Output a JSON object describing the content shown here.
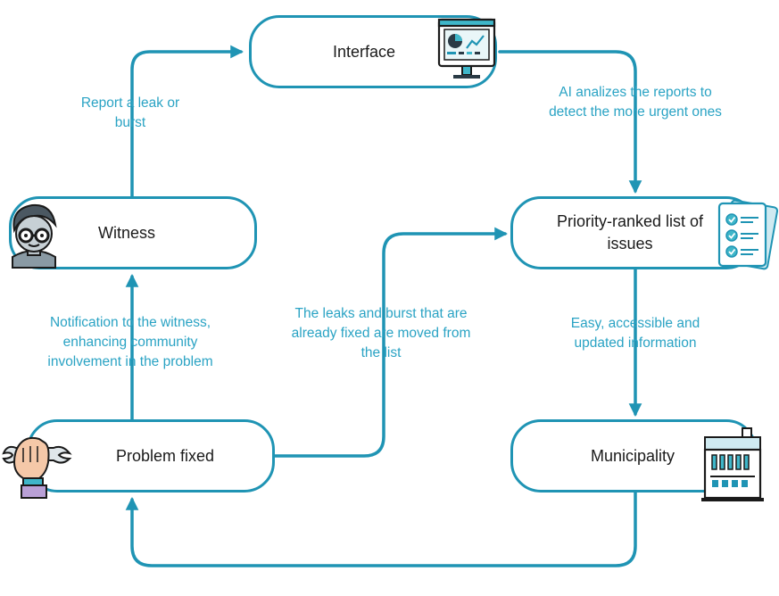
{
  "nodes": {
    "interface": "Interface",
    "witness": "Witness",
    "priority_list": "Priority-ranked list of issues",
    "municipality": "Municipality",
    "problem_fixed": "Problem fixed"
  },
  "edges": {
    "witness_to_interface": "Report a leak or burst",
    "interface_to_list": "AI analizes the reports to detect the more urgent ones",
    "list_to_municipality": "Easy, accessible and updated information",
    "fixed_to_list": "The leaks and burst that are already fixed are moved from the list",
    "fixed_to_witness": "Notification to the witness, enhancing community involvement in the problem"
  },
  "icons": {
    "interface": "monitor-dashboard-icon",
    "witness": "person-glasses-icon",
    "priority_list": "checklist-icon",
    "municipality": "building-icon",
    "problem_fixed": "wrench-hand-icon"
  },
  "colors": {
    "accent": "#1f94b4",
    "label": "#2aa3c4",
    "text": "#1a1a1a"
  }
}
